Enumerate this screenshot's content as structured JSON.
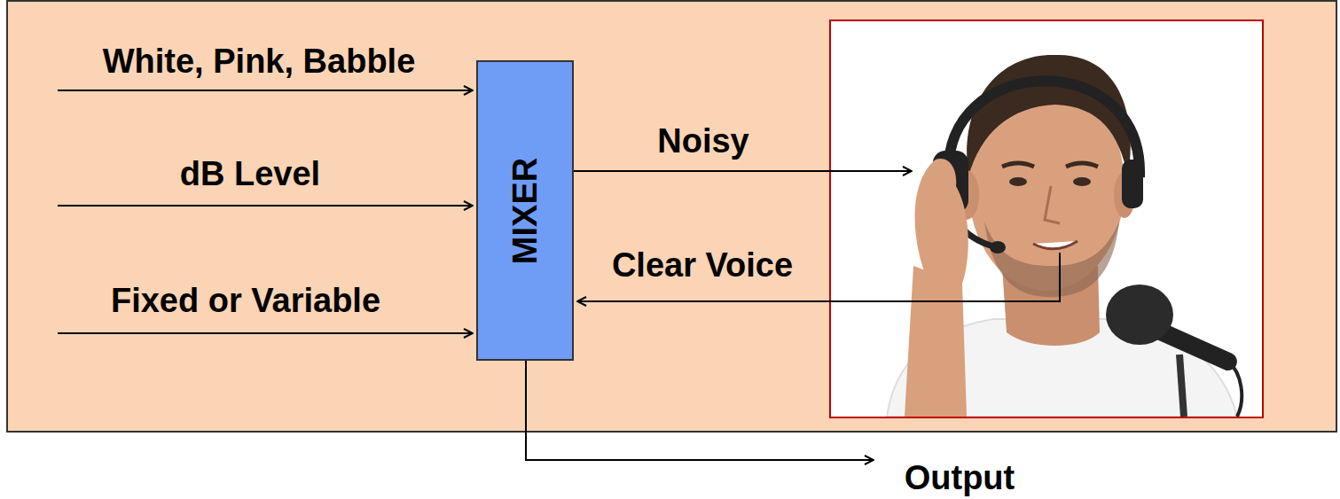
{
  "diagram": {
    "nodes": [
      {
        "text": [
          "MIXER"
        ]
      }
    ],
    "labels": [
      "White, Pink, Babble",
      "dB Level",
      "Fixed or Variable",
      "Noisy",
      "Clear Voice",
      "Output"
    ]
  }
}
